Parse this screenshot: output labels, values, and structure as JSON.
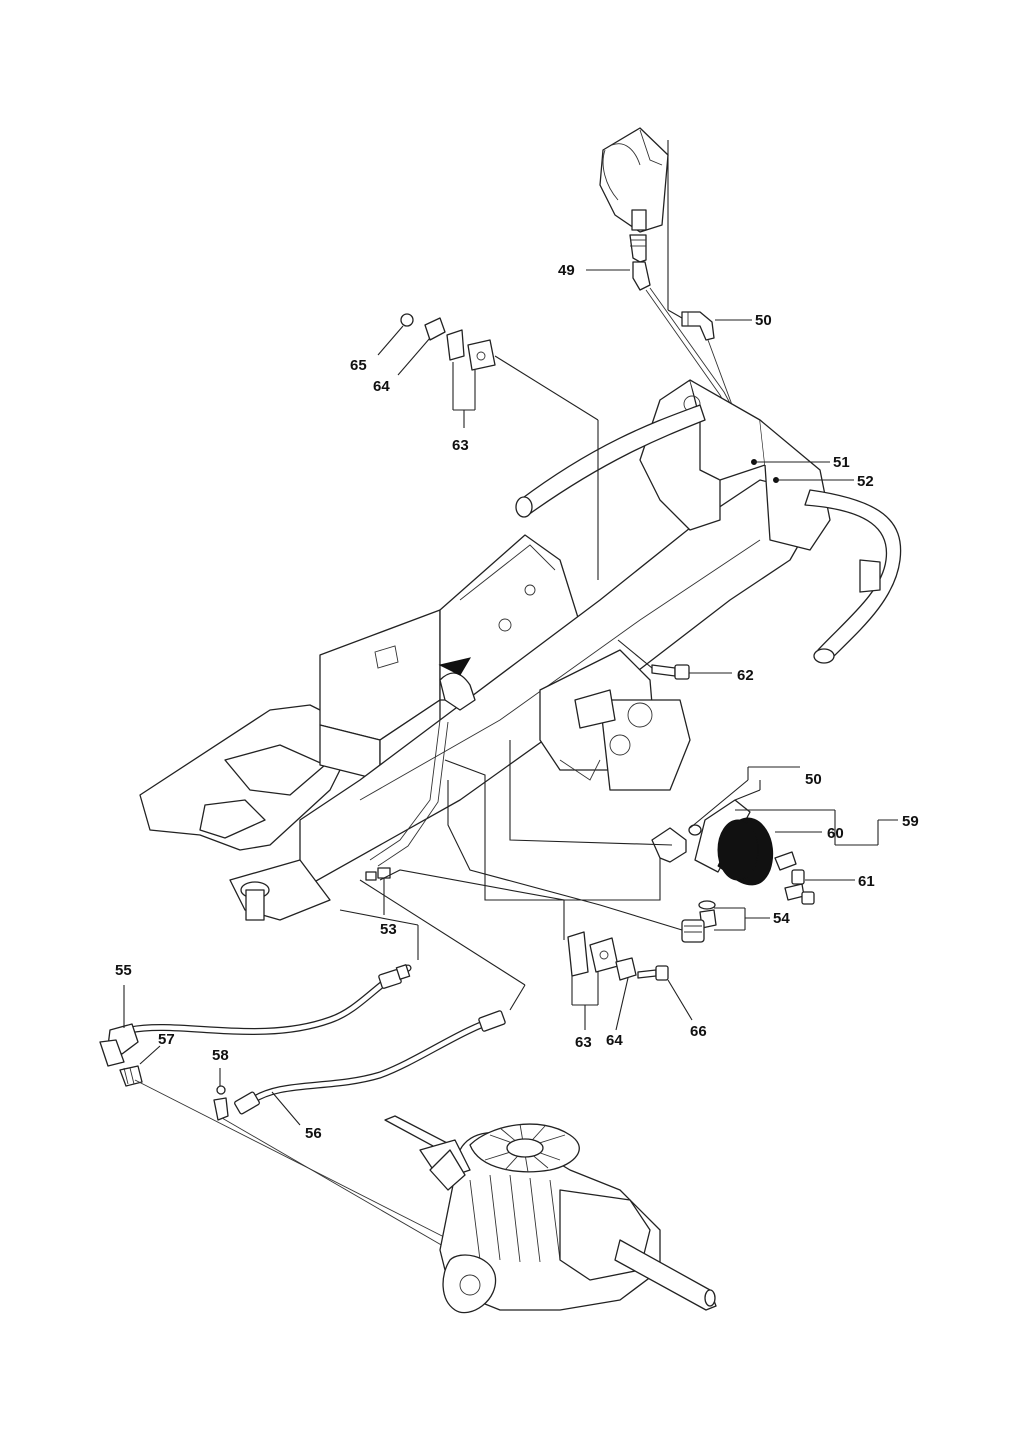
{
  "labels": {
    "l49": "49",
    "l50a": "50",
    "l50b": "50",
    "l51": "51",
    "l52": "52",
    "l53": "53",
    "l54": "54",
    "l55": "55",
    "l56": "56",
    "l57": "57",
    "l58": "58",
    "l59": "59",
    "l60": "60",
    "l61": "61",
    "l62": "62",
    "l63a": "63",
    "l63b": "63",
    "l64a": "64",
    "l64b": "64",
    "l65": "65",
    "l66": "66"
  },
  "colors": {
    "line": "#222222",
    "filter": "#111111",
    "background": "#ffffff"
  }
}
